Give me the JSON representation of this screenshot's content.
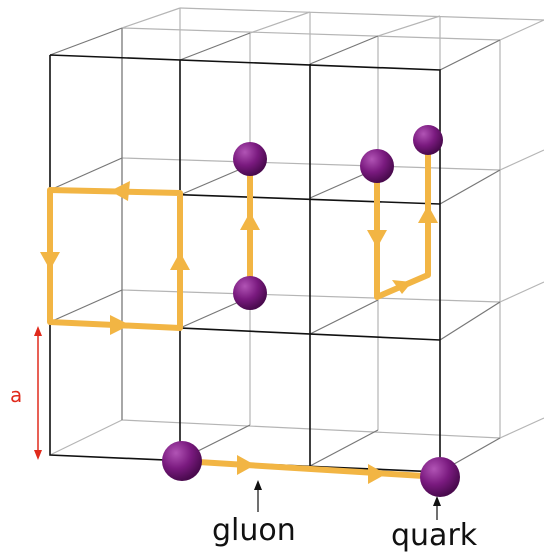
{
  "labels": {
    "spacing": "a",
    "gluon": "gluon",
    "quark": "quark"
  },
  "colors": {
    "gluon_link": "#F2B544",
    "quark": "#7A1A7F",
    "lattice": "#111111",
    "lattice_back": "#b0b0b0",
    "spacing_marker": "#E02A1C"
  }
}
